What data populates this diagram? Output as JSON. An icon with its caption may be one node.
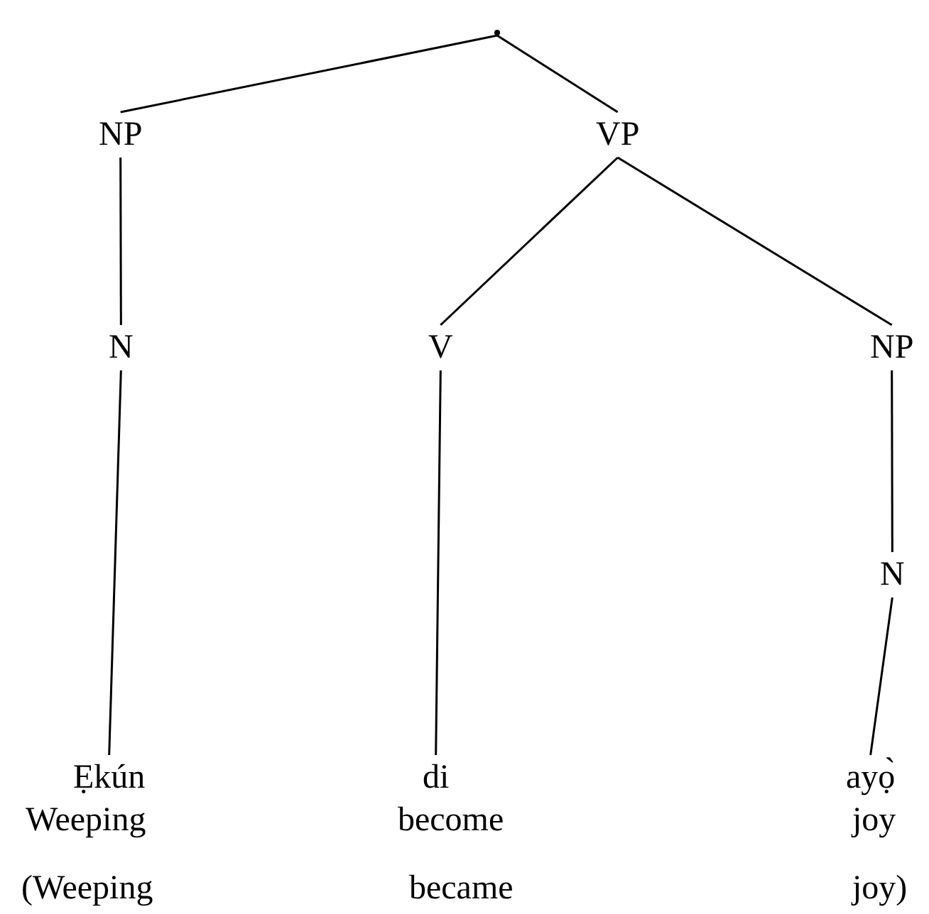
{
  "diagram": {
    "nodes": [
      {
        "text": [],
        "shape": "point"
      },
      {
        "text": [
          "NP"
        ]
      },
      {
        "text": [
          "VP"
        ]
      },
      {
        "text": [
          "N"
        ]
      },
      {
        "text": [
          "V"
        ]
      },
      {
        "text": [
          "NP"
        ]
      },
      {
        "text": [
          "N"
        ]
      },
      {
        "text": [
          "Ẹkún"
        ]
      },
      {
        "text": [
          "di"
        ]
      },
      {
        "text": [
          "ayọ̀"
        ]
      }
    ],
    "edges": [
      {
        "from": 0,
        "to": 1,
        "arrow": "none"
      },
      {
        "from": 0,
        "to": 2,
        "arrow": "none"
      },
      {
        "from": 1,
        "to": 3,
        "arrow": "none"
      },
      {
        "from": 2,
        "to": 4,
        "arrow": "none"
      },
      {
        "from": 2,
        "to": 5,
        "arrow": "none"
      },
      {
        "from": 3,
        "to": 7,
        "arrow": "none"
      },
      {
        "from": 4,
        "to": 8,
        "arrow": "none"
      },
      {
        "from": 5,
        "to": 6,
        "arrow": "none"
      },
      {
        "from": 6,
        "to": 9,
        "arrow": "none"
      }
    ],
    "labels": [
      "Weeping",
      "become",
      "joy",
      "(Weeping",
      "became",
      "joy)"
    ]
  }
}
